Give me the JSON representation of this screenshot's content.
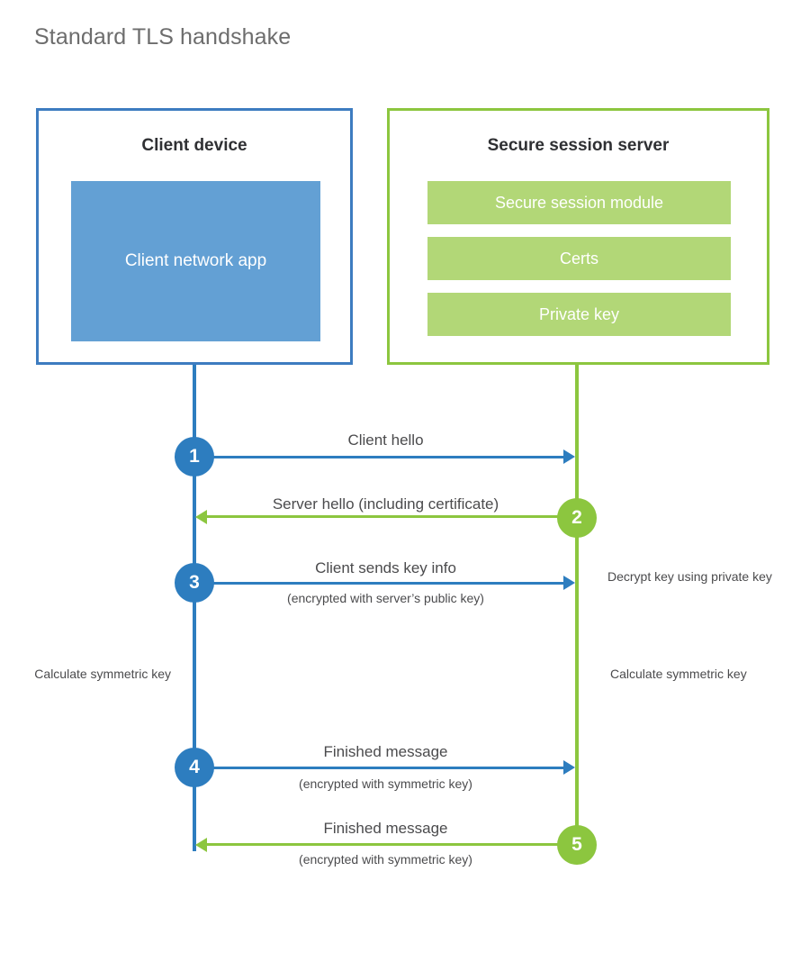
{
  "page": {
    "title": "Standard TLS handshake",
    "background": "#ffffff"
  },
  "colors": {
    "client_accent": "#2d7dbf",
    "client_border": "#3d7cc0",
    "client_fill": "#63a0d4",
    "server_accent": "#8cc63f",
    "server_fill": "#b2d777",
    "text": "#4b4b4d",
    "title_text": "#6d6d6d"
  },
  "nodes": {
    "client": {
      "title": "Client device",
      "app_label": "Client network app"
    },
    "server": {
      "title": "Secure session server",
      "components": [
        {
          "label": "Secure session module"
        },
        {
          "label": "Certs"
        },
        {
          "label": "Private key"
        }
      ]
    }
  },
  "steps": [
    {
      "number": "1",
      "side": "client",
      "direction": "client-to-server",
      "label": "Client hello",
      "sublabel": ""
    },
    {
      "number": "2",
      "side": "server",
      "direction": "server-to-client",
      "label": "Server hello (including certificate)",
      "sublabel": ""
    },
    {
      "number": "3",
      "side": "client",
      "direction": "client-to-server",
      "label": "Client sends key info",
      "sublabel": "(encrypted with server’s public key)"
    },
    {
      "number": "4",
      "side": "client",
      "direction": "client-to-server",
      "label": "Finished message",
      "sublabel": "(encrypted with symmetric key)"
    },
    {
      "number": "5",
      "side": "server",
      "direction": "server-to-client",
      "label": "Finished message",
      "sublabel": "(encrypted with symmetric key)"
    }
  ],
  "annotations": {
    "server_decrypt": "Decrypt key using private key",
    "client_calculate": "Calculate symmetric key",
    "server_calculate": "Calculate symmetric key"
  }
}
